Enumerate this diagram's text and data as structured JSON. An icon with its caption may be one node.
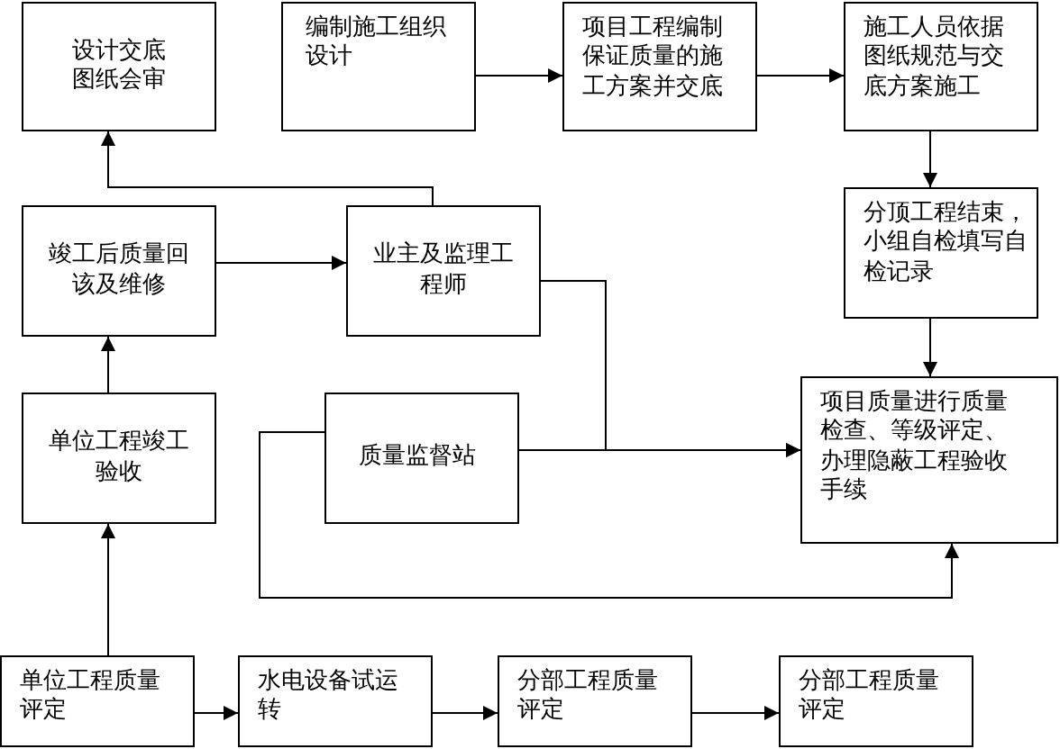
{
  "diagram": {
    "nodes": [
      {
        "text": [
          "设计交底图纸会审"
        ]
      },
      {
        "text": [
          "编制施工组织设计"
        ]
      },
      {
        "text": [
          "项目工程编制保证质量的施工方案并交底"
        ]
      },
      {
        "text": [
          "施工人员依据图纸规范与交底方案施工"
        ]
      },
      {
        "text": [
          "竣工后质量回该及维修"
        ]
      },
      {
        "text": [
          "业主及监理工程师"
        ]
      },
      {
        "text": [
          "分顶工程结束，小组自检填写自检记录"
        ]
      },
      {
        "text": [
          "单位工程竣工验收"
        ]
      },
      {
        "text": [
          "质量监督站"
        ]
      },
      {
        "text": [
          "项目质量进行质量检查、等级评定、办理隐蔽工程验收手续"
        ]
      },
      {
        "text": [
          "单位工程质量评定"
        ]
      },
      {
        "text": [
          "水电设备试运转"
        ]
      },
      {
        "text": [
          "分部工程质量评定"
        ]
      },
      {
        "text": [
          "分部工程质量评定"
        ]
      }
    ],
    "edges": [
      {
        "from": 1,
        "to": 2,
        "arrow": "to"
      },
      {
        "from": 2,
        "to": 3,
        "arrow": "to"
      },
      {
        "from": 3,
        "to": 6,
        "arrow": "to"
      },
      {
        "from": 6,
        "to": 9,
        "arrow": "to"
      },
      {
        "from": 4,
        "to": 5,
        "arrow": "to"
      },
      {
        "from": 5,
        "to": 0,
        "arrow": "to"
      },
      {
        "from": 7,
        "to": 4,
        "arrow": "to"
      },
      {
        "from": 10,
        "to": 7,
        "arrow": "to"
      },
      {
        "from": 10,
        "to": 11,
        "arrow": "to"
      },
      {
        "from": 11,
        "to": 12,
        "arrow": "to"
      },
      {
        "from": 12,
        "to": 13,
        "arrow": "to"
      },
      {
        "from": 5,
        "to": 9,
        "arrow": "to"
      },
      {
        "from": 8,
        "to": 9,
        "arrow": "to"
      },
      {
        "from": 8,
        "to": 9,
        "arrow": "to"
      }
    ]
  }
}
